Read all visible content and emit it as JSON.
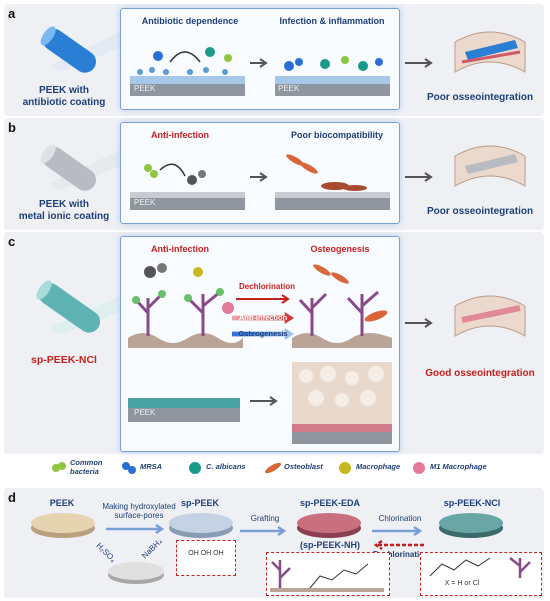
{
  "panel_a": {
    "letter": "a",
    "rod_label_line1": "PEEK with",
    "rod_label_line2": "antibiotic coating",
    "caption_left": "Antibiotic dependence",
    "caption_right": "Infection & inflammation",
    "substrate": "PEEK",
    "result": "Poor osseointegration",
    "rod_color": "#2a7fd4"
  },
  "panel_b": {
    "letter": "b",
    "rod_label_line1": "PEEK with",
    "rod_label_line2": "metal ionic coating",
    "caption_left": "Anti-infection",
    "caption_right": "Poor biocompatibility",
    "substrate": "PEEK",
    "result": "Poor osseointegration",
    "rod_color": "#b8bcc2"
  },
  "panel_c": {
    "letter": "c",
    "rod_label": "sp-PEEK-NCl",
    "caption_left": "Anti-infection",
    "caption_right": "Osteogenesis",
    "dechlorination": "Dechlorination",
    "anti_infection_arrow": "Anti-infection",
    "osteogenesis_arrow": "Osteogenesis",
    "substrate": "PEEK",
    "result": "Good osseointegration",
    "rod_color": "#5fb3b3"
  },
  "legend": [
    {
      "line1": "Common",
      "line2": "bacteria",
      "icon": "common-bacteria-icon",
      "color": "#8dc63f"
    },
    {
      "line1": "MRSA",
      "line2": "",
      "icon": "mrsa-icon",
      "color": "#2a6fd6"
    },
    {
      "line1": "C. albicans",
      "line2": "",
      "icon": "c-albicans-icon",
      "color": "#1a9a8a"
    },
    {
      "line1": "Osteoblast",
      "line2": "",
      "icon": "osteoblast-icon",
      "color": "#d9663a"
    },
    {
      "line1": "Macrophage",
      "line2": "",
      "icon": "macrophage-icon",
      "color": "#c8b820"
    },
    {
      "line1": "M1 Macrophage",
      "line2": "",
      "icon": "m1-macrophage-icon",
      "color": "#e67a9a"
    }
  ],
  "panel_d": {
    "letter": "d",
    "peek": "PEEK",
    "step1_line1": "Making hydroxylated",
    "step1_line2": "surface-pores",
    "sp_peek": "sp-PEEK",
    "h2so4": "H₂SO₄",
    "nabh4": "NaBH₄",
    "oh_groups": "OH OH OH",
    "grafting": "Grafting",
    "sp_peek_eda": "sp-PEEK-EDA",
    "sp_peek_nh": "(sp-PEEK-NH)",
    "chlorination": "Chlorination",
    "dechlorination": "Dechlorination",
    "sp_peek_ncl": "sp-PEEK-NCl",
    "x_legend": "X = H or Cl"
  }
}
